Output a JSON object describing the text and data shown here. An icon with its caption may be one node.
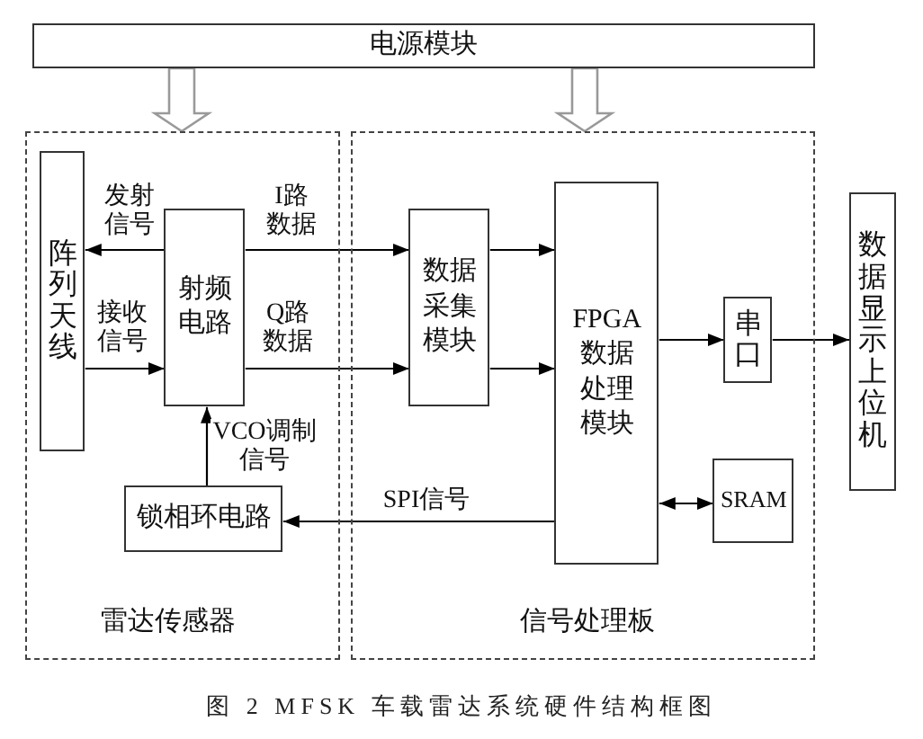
{
  "diagram": {
    "caption": "图 2 MFSK 车载雷达系统硬件结构框图",
    "nodes": [
      {
        "text": [
          "电源模块"
        ]
      },
      {
        "text": [
          "雷达传感器"
        ]
      },
      {
        "text": [
          "阵列天线"
        ],
        "in": 1
      },
      {
        "text": [
          "射频电路"
        ],
        "in": 1
      },
      {
        "text": [
          "锁相环电路"
        ],
        "in": 1
      },
      {
        "text": [
          "信号处理板"
        ]
      },
      {
        "text": [
          "数据采集模块"
        ],
        "in": 5
      },
      {
        "text": [
          "FPGA数据处理模块"
        ],
        "in": 5
      },
      {
        "text": [
          "串口"
        ],
        "in": 5
      },
      {
        "text": [
          "SRAM"
        ],
        "in": 5
      },
      {
        "text": [
          "数据显示上位机"
        ]
      }
    ],
    "edges": [
      {
        "from": 0,
        "to": 1,
        "arrow": "to",
        "style": "thick",
        "color": "#999999"
      },
      {
        "from": 0,
        "to": 5,
        "arrow": "to",
        "style": "thick",
        "color": "#999999"
      },
      {
        "from": 3,
        "to": 2,
        "arrow": "to",
        "label": "发射信号"
      },
      {
        "from": 2,
        "to": 3,
        "arrow": "to",
        "label": "接收信号"
      },
      {
        "from": 3,
        "to": 6,
        "arrow": "to",
        "label": "I路数据"
      },
      {
        "from": 3,
        "to": 6,
        "arrow": "to",
        "label": "Q路数据"
      },
      {
        "from": 6,
        "to": 7,
        "arrow": "to"
      },
      {
        "from": 6,
        "to": 7,
        "arrow": "to"
      },
      {
        "from": 7,
        "to": 8,
        "arrow": "to"
      },
      {
        "from": 8,
        "to": 10,
        "arrow": "to"
      },
      {
        "from": 7,
        "to": 9,
        "arrow": "both"
      },
      {
        "from": 7,
        "to": 4,
        "arrow": "to",
        "label": "SPI信号"
      },
      {
        "from": 4,
        "to": 3,
        "arrow": "to",
        "label": "VCO调制信号"
      }
    ]
  }
}
